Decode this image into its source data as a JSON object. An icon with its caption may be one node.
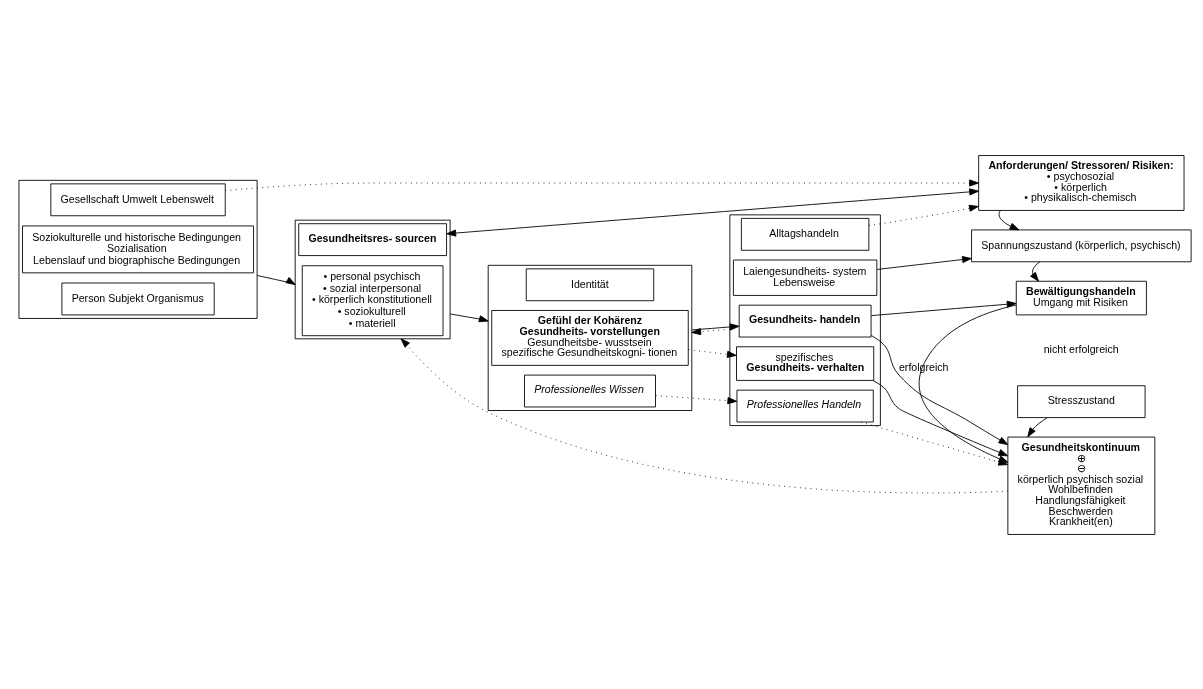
{
  "diagram": {
    "nodes": [
      {
        "text": [],
        "shape": "box"
      },
      {
        "text": [
          "Gesellschaft Umwelt Lebenswelt"
        ],
        "in": 0
      },
      {
        "text": [
          "Soziokulturelle und historische Bedingungen",
          "Sozialisation",
          "Lebenslauf und biographische Bedingungen"
        ],
        "in": 0
      },
      {
        "text": [
          "Person Subjekt Organismus"
        ],
        "in": 0
      },
      {
        "text": [],
        "shape": "box"
      },
      {
        "text": [
          "Gesundheitsres- sourcen"
        ],
        "in": 4
      },
      {
        "text": [
          "• personal psychisch",
          "• sozial interpersonal",
          "• körperlich konstitutionell",
          "• soziokulturell",
          "• materiell"
        ],
        "in": 4
      },
      {
        "text": [],
        "shape": "box"
      },
      {
        "text": [
          "Identität"
        ],
        "in": 7
      },
      {
        "text": [
          "Gefühl der Kohärenz",
          "Gesundheits- vorstellungen",
          "Gesundheitsbe- wusstsein",
          "spezifische Gesundheitskogni- tionen"
        ],
        "in": 7
      },
      {
        "text": [
          "Professionelles Wissen"
        ],
        "in": 7
      },
      {
        "text": [],
        "shape": "box"
      },
      {
        "text": [
          "Alltagshandeln"
        ],
        "in": 11
      },
      {
        "text": [
          "Laiengesundheits- system",
          "Lebensweise"
        ],
        "in": 11
      },
      {
        "text": [
          "Gesundheits- handeln"
        ],
        "in": 11
      },
      {
        "text": [
          "spezifisches",
          "Gesundheits- verhalten"
        ],
        "in": 11
      },
      {
        "text": [
          "Professionelles Handeln"
        ],
        "in": 11
      },
      {
        "text": [
          "Anforderungen/ Stressoren/ Risiken:",
          "• psychosozial",
          "• körperlich",
          "• physikalisch-chemisch"
        ]
      },
      {
        "text": [
          "Spannungszustand (körperlich, psychisch)"
        ]
      },
      {
        "text": [
          "Bewältigungshandeln",
          "Umgang mit Risiken"
        ]
      },
      {
        "text": [
          "Stresszustand"
        ]
      },
      {
        "text": [
          "Gesundheitskontinuum",
          "⊕",
          "⊖",
          "körperlich psychisch sozial",
          "Wohlbefinden",
          "Handlungsfähigkeit",
          "Beschwerden",
          "Krankheit(en)"
        ]
      }
    ],
    "edges": [
      {
        "from": 1,
        "to": 17,
        "arrow": "to",
        "style": "dashed"
      },
      {
        "from": 5,
        "to": 17,
        "arrow": "both"
      },
      {
        "from": 12,
        "to": 17,
        "arrow": "to",
        "style": "dashed"
      },
      {
        "from": 0,
        "to": 4,
        "arrow": "to"
      },
      {
        "from": 4,
        "to": 7,
        "arrow": "to"
      },
      {
        "from": 7,
        "to": 14,
        "arrow": "to"
      },
      {
        "from": 9,
        "to": 15,
        "arrow": "to",
        "style": "dashed"
      },
      {
        "from": 10,
        "to": 16,
        "arrow": "to",
        "style": "dashed"
      },
      {
        "from": 13,
        "to": 18,
        "arrow": "to"
      },
      {
        "from": 17,
        "to": 18,
        "arrow": "to"
      },
      {
        "from": 18,
        "to": 19,
        "arrow": "to"
      },
      {
        "from": 14,
        "to": 19,
        "arrow": "to"
      },
      {
        "from": 14,
        "to": 21,
        "arrow": "to"
      },
      {
        "from": 15,
        "to": 21,
        "arrow": "to"
      },
      {
        "from": 19,
        "to": 21,
        "arrow": "to",
        "label": "erfolgreich"
      },
      {
        "from": 20,
        "to": 21,
        "arrow": "to"
      },
      {
        "from": 16,
        "to": 21,
        "arrow": "to",
        "style": "dashed"
      },
      {
        "from": 11,
        "to": 7,
        "arrow": "to",
        "style": "dashed"
      },
      {
        "from": 21,
        "to": 4,
        "arrow": "to",
        "style": "dashed"
      }
    ],
    "labels": [
      "nicht erfolgreich"
    ]
  }
}
